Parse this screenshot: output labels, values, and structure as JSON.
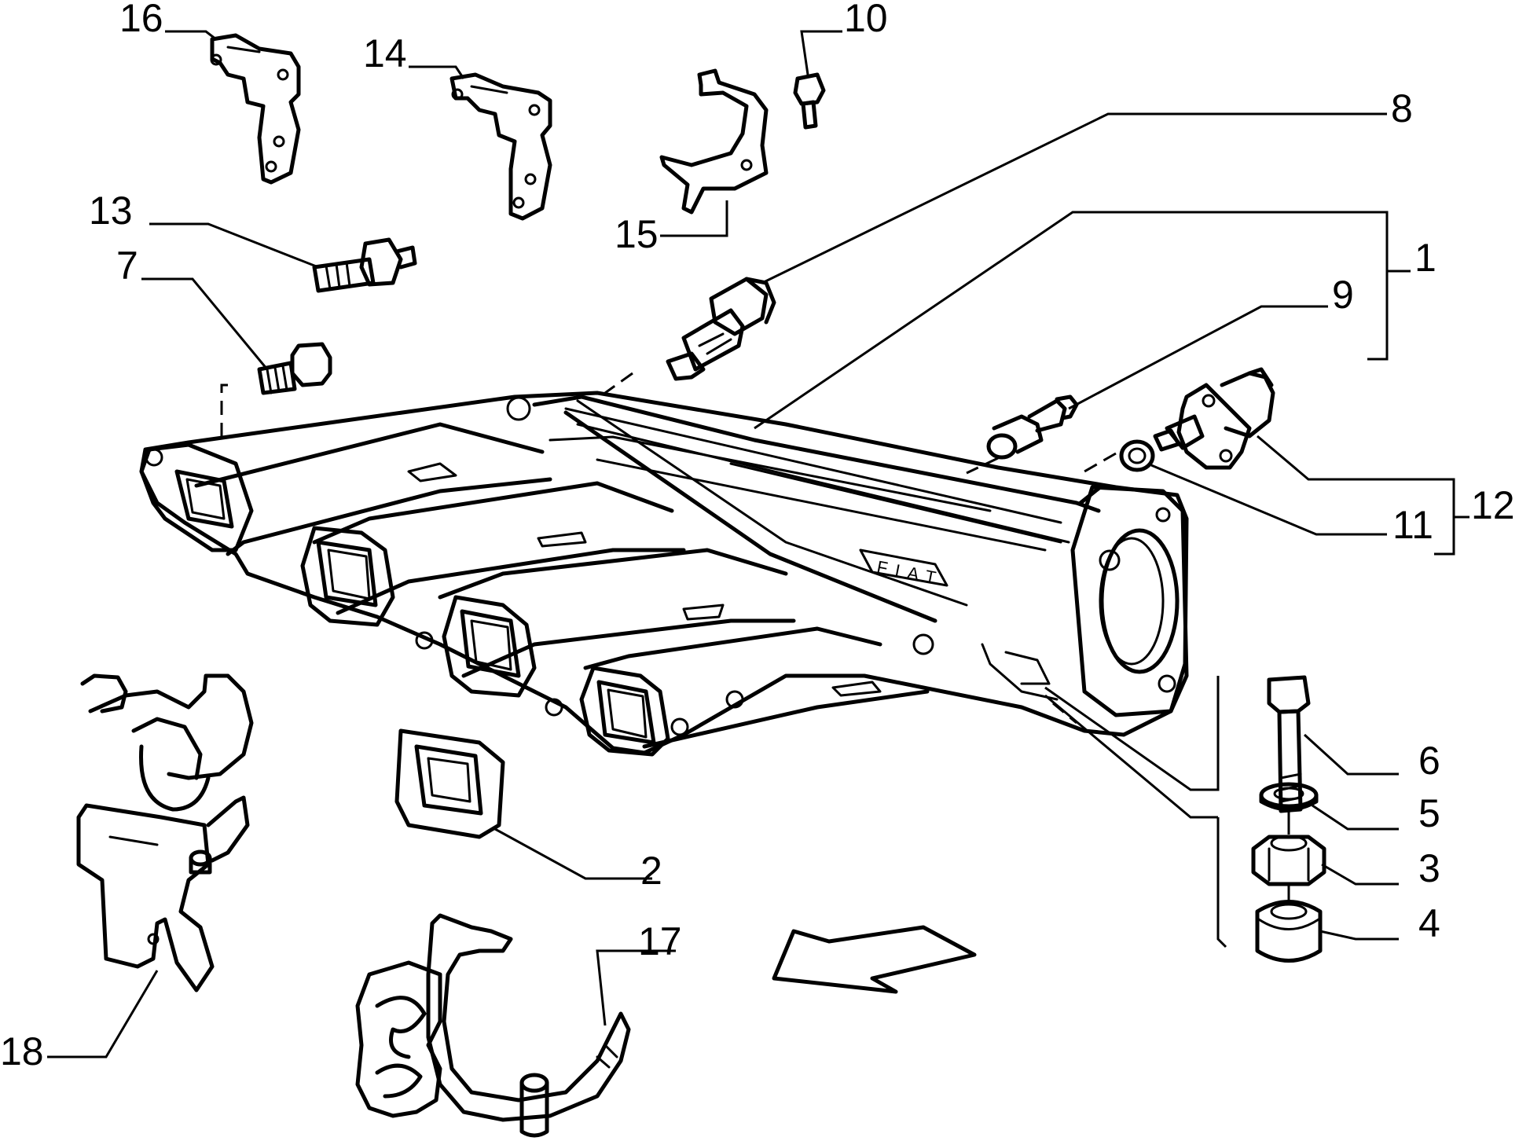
{
  "callouts": {
    "c1": "1",
    "c2": "2",
    "c3": "3",
    "c4": "4",
    "c5": "5",
    "c6": "6",
    "c7": "7",
    "c8": "8",
    "c9": "9",
    "c10": "10",
    "c11": "11",
    "c12": "12",
    "c13": "13",
    "c14": "14",
    "c15": "15",
    "c16": "16",
    "c17": "17",
    "c18": "18"
  },
  "manifold_brand_text": "FIAT"
}
